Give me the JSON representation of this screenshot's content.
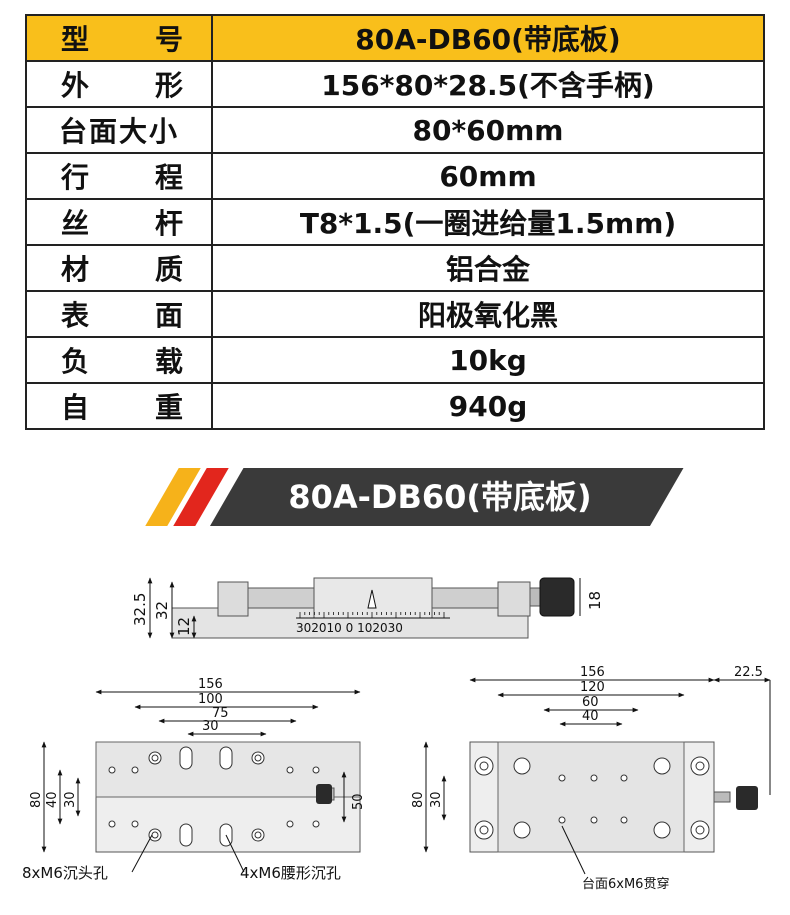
{
  "specs": [
    {
      "label": [
        "型",
        "号"
      ],
      "value": "80A-DB60(带底板)"
    },
    {
      "label": [
        "外",
        "形"
      ],
      "value": "156*80*28.5(不含手柄)"
    },
    {
      "label": [
        "台面大小"
      ],
      "value": "80*60mm"
    },
    {
      "label": [
        "行",
        "程"
      ],
      "value": "60mm"
    },
    {
      "label": [
        "丝",
        "杆"
      ],
      "value": "T8*1.5(一圈进给量1.5mm)"
    },
    {
      "label": [
        "材",
        "质"
      ],
      "value": "铝合金"
    },
    {
      "label": [
        "表",
        "面"
      ],
      "value": "阳极氧化黑"
    },
    {
      "label": [
        "负",
        "载"
      ],
      "value": "10kg"
    },
    {
      "label": [
        "自",
        "重"
      ],
      "value": "940g"
    }
  ],
  "banner": {
    "title": "80A-DB60(带底板)"
  },
  "colors": {
    "header_bg": "#f9bf1b",
    "stripe_yellow": "#f6b21a",
    "stripe_red": "#e2261d",
    "banner_bg": "#3a3a3a"
  },
  "side_view": {
    "dims": {
      "total_height": "32.5",
      "body_height": "32",
      "base_height": "12",
      "knob": "18"
    },
    "scale": "302010 0 102030"
  },
  "left_view": {
    "dims": {
      "w156": "156",
      "w100": "100",
      "w75": "75",
      "w30": "30",
      "h80": "80",
      "h40": "40",
      "h30": "30",
      "h50": "50"
    },
    "callouts": {
      "counterbore": "8xM6沉头孔",
      "slot": "4xM6腰形沉孔"
    }
  },
  "right_view": {
    "dims": {
      "w156": "156",
      "w120": "120",
      "w60": "60",
      "w40": "40",
      "knob": "22.5",
      "h80": "80",
      "h30": "30"
    },
    "callouts": {
      "through": "台面6xM6贯穿"
    }
  }
}
